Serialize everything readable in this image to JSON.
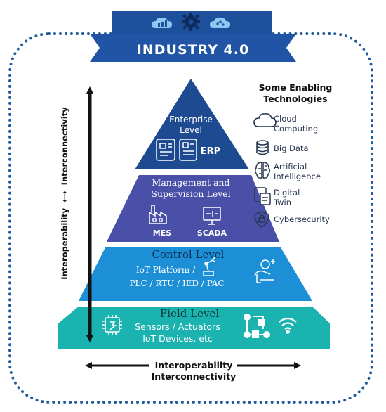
{
  "header": {
    "title": "INDUSTRY 4.0",
    "icons": [
      "cloud-chart-icon",
      "gear-icon",
      "cloud-network-icon"
    ]
  },
  "pyramid": {
    "enterprise": {
      "title_line1": "Enterprise",
      "title_line2": "Level",
      "system": "ERP"
    },
    "management": {
      "title_line1": "Management and",
      "title_line2": "Supervision Level",
      "systems": [
        "MES",
        "SCADA"
      ]
    },
    "control": {
      "title": "Control Level",
      "line1": "IoT Platform /",
      "line2": "PLC / RTU / IED / PAC"
    },
    "field": {
      "title": "Field Level",
      "line1": "Sensors / Actuators",
      "line2": "IoT Devices, etc"
    }
  },
  "vertical_axis": {
    "label_left": "Interoperability",
    "label_arrow": "⟷",
    "label_right": "Interconnectivity"
  },
  "horizontal_axis": {
    "line1": "Interoperability",
    "line2": "Interconnectivity"
  },
  "technologies": {
    "heading_line1": "Some Enabling",
    "heading_line2": "Technologies",
    "items": [
      {
        "line1": "Cloud",
        "line2": "Computing",
        "icon": "cloud-icon"
      },
      {
        "line1": "Big Data",
        "line2": "",
        "icon": "database-icon"
      },
      {
        "line1": "Artificial",
        "line2": "Intelligence",
        "icon": "brain-icon"
      },
      {
        "line1": "Digital",
        "line2": "Twin",
        "icon": "digital-twin-icon"
      },
      {
        "line1": "Cybersecurity",
        "line2": "",
        "icon": "shield-lock-icon"
      }
    ]
  },
  "colors": {
    "banner": "#1e4f9a",
    "enterprise": "#1e4a92",
    "management": "#4a4fa8",
    "control": "#1d8fd6",
    "field": "#1bb3b0",
    "axis": "#111111"
  }
}
